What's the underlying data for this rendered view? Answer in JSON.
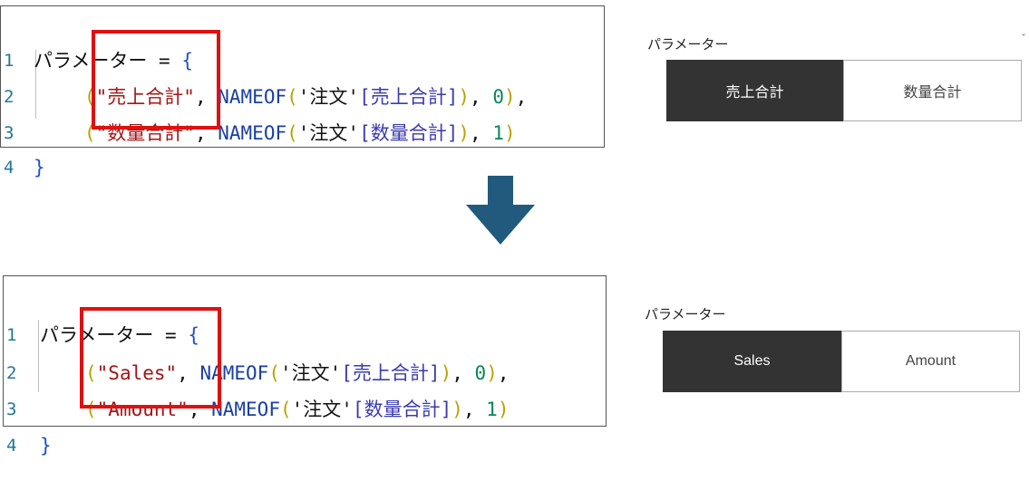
{
  "top": {
    "lines": [
      {
        "num": "1",
        "keyword": "パラメーター",
        "op": " = ",
        "brace": "{"
      },
      {
        "num": "2",
        "open": "(",
        "label": "\"売上合計\"",
        "comma1": ", ",
        "fn": "NAMEOF",
        "fopen": "(",
        "table": "'注文'",
        "col": "[売上合計]",
        "fclose": ")",
        "comma2": ", ",
        "idx": "0",
        "close": ")",
        "tail": ","
      },
      {
        "num": "3",
        "open": "(",
        "label": "\"数量合計\"",
        "comma1": ", ",
        "fn": "NAMEOF",
        "fopen": "(",
        "table": "'注文'",
        "col": "[数量合計]",
        "fclose": ")",
        "comma2": ", ",
        "idx": "1",
        "close": ")",
        "tail": ""
      },
      {
        "num": "4",
        "brace": "}"
      }
    ],
    "slicer": {
      "title": "パラメーター",
      "options": [
        "売上合計",
        "数量合計"
      ],
      "selected": "売上合計",
      "chevron": "ˇ"
    }
  },
  "bottom": {
    "lines": [
      {
        "num": "1",
        "keyword": "パラメーター",
        "op": " = ",
        "brace": "{"
      },
      {
        "num": "2",
        "open": "(",
        "label": "\"Sales\"",
        "comma1": ", ",
        "fn": "NAMEOF",
        "fopen": "(",
        "table": "'注文'",
        "col": "[売上合計]",
        "fclose": ")",
        "comma2": ", ",
        "idx": "0",
        "close": ")",
        "tail": ","
      },
      {
        "num": "3",
        "open": "(",
        "label": "\"Amount\"",
        "comma1": ", ",
        "fn": "NAMEOF",
        "fopen": "(",
        "table": "'注文'",
        "col": "[数量合計]",
        "fclose": ")",
        "comma2": ", ",
        "idx": "1",
        "close": ")",
        "tail": ""
      },
      {
        "num": "4",
        "brace": "}"
      }
    ],
    "slicer": {
      "title": "パラメーター",
      "options": [
        "Sales",
        "Amount"
      ],
      "selected": "Sales"
    }
  },
  "colors": {
    "highlight": "#e01010",
    "arrow": "#215a7d",
    "selected_bg": "#333333"
  },
  "icons": {
    "transition": "arrow-down-icon"
  }
}
